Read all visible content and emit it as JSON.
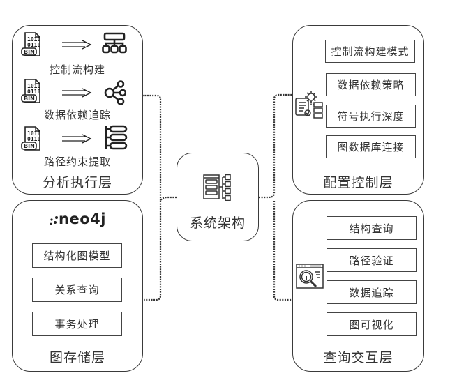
{
  "center": {
    "title": "系统架构",
    "icon": "architecture-tree-icon"
  },
  "analysis_layer": {
    "title": "分析执行层",
    "rows": [
      {
        "source_icon": "binary-file-icon",
        "source_label": "BIN",
        "arrow_icon": "double-arrow-right-icon",
        "target_icon": "hierarchy-tree-icon",
        "label": "控制流构建"
      },
      {
        "source_icon": "binary-file-icon",
        "source_label": "BIN",
        "arrow_icon": "double-arrow-right-icon",
        "target_icon": "share-nodes-icon",
        "label": "数据依赖追踪"
      },
      {
        "source_icon": "binary-file-icon",
        "source_label": "BIN",
        "arrow_icon": "double-arrow-right-icon",
        "target_icon": "stacked-list-icon",
        "label": "路径约束提取"
      }
    ]
  },
  "storage_layer": {
    "title": "图存储层",
    "logo": "neo4j",
    "items": [
      "结构化图模型",
      "关系查询",
      "事务处理"
    ]
  },
  "config_layer": {
    "title": "配置控制层",
    "icon": "config-gear-document-icon",
    "items": [
      "控制流构建模式",
      "数据依赖策略",
      "符号执行深度",
      "图数据库连接"
    ]
  },
  "query_layer": {
    "title": "查询交互层",
    "icon": "search-info-window-icon",
    "items": [
      "结构查询",
      "路径验证",
      "数据追踪",
      "图可视化"
    ]
  }
}
